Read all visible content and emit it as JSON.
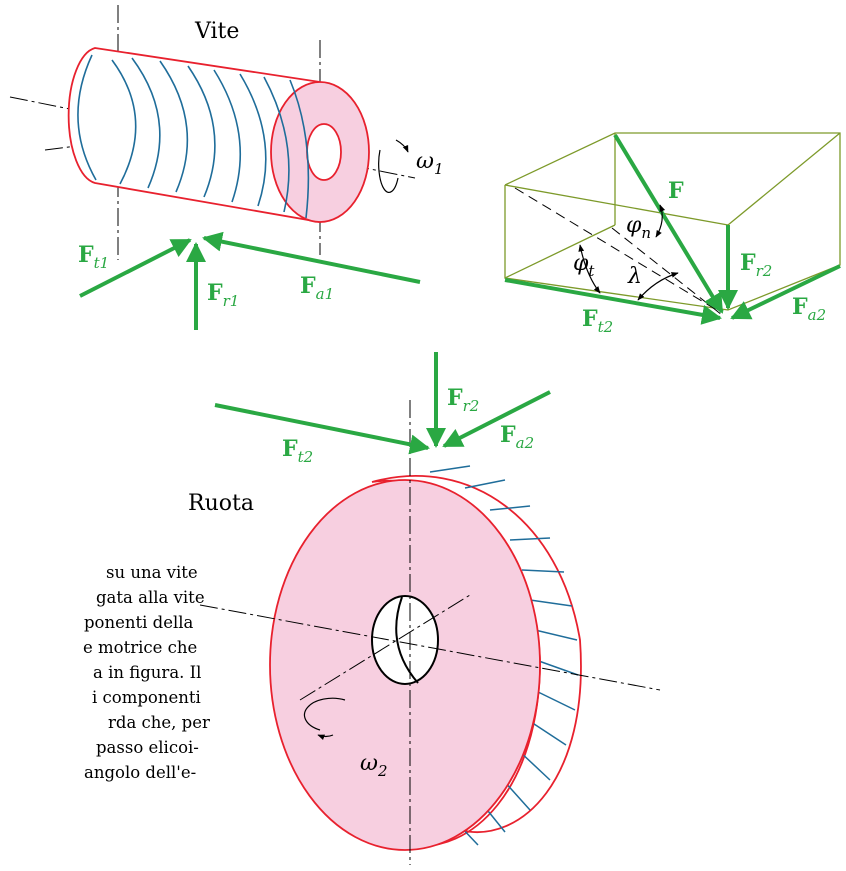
{
  "labels": {
    "vite": "Vite",
    "ruota": "Ruota"
  },
  "symbols": {
    "omega1": "ω",
    "omega1_sub": "1",
    "omega2": "ω",
    "omega2_sub": "2",
    "phi_n": "φ",
    "phi_n_sub": "n",
    "phi_t": "φ",
    "phi_t_sub": "t",
    "lambda": "λ"
  },
  "forces": {
    "Ft1": {
      "main": "F",
      "sub": "t1"
    },
    "Fr1": {
      "main": "F",
      "sub": "r1"
    },
    "Fa1": {
      "main": "F",
      "sub": "a1"
    },
    "F": {
      "main": "F"
    },
    "Fr2_box": {
      "main": "F",
      "sub": "r2"
    },
    "Ft2_box": {
      "main": "F",
      "sub": "t2"
    },
    "Fa2_box": {
      "main": "F",
      "sub": "a2"
    },
    "Fr2_wheel": {
      "main": "F",
      "sub": "r2"
    },
    "Ft2_wheel": {
      "main": "F",
      "sub": "t2"
    },
    "Fa2_wheel": {
      "main": "F",
      "sub": "a2"
    }
  },
  "text_fragment": [
    "su una vite",
    "gata alla vite",
    "ponenti della",
    "e motrice che",
    "a in figura. Il",
    "i componenti",
    "rda che, per",
    "passo elicoi-",
    "angolo dell'e-"
  ],
  "colors": {
    "force_green": "#2aa843",
    "outline_red": "#e8212e",
    "fill_pink": "#f7cfe0",
    "helix_blue": "#1f6d9a",
    "box_olive": "#7d9a2a"
  }
}
